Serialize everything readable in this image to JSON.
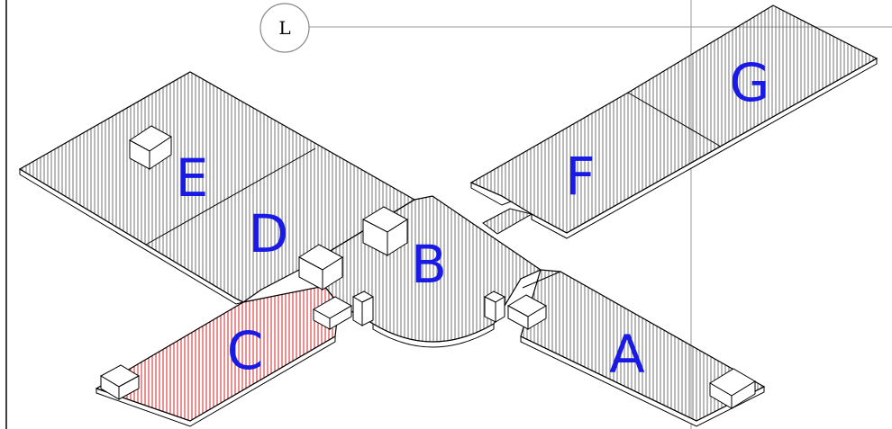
{
  "grid": {
    "label": "L"
  },
  "zones": {
    "A": {
      "label": "A"
    },
    "B": {
      "label": "B"
    },
    "C": {
      "label": "C"
    },
    "D": {
      "label": "D"
    },
    "E": {
      "label": "E"
    },
    "F": {
      "label": "F"
    },
    "G": {
      "label": "G"
    }
  },
  "colors": {
    "floor_hatch": "#555555",
    "highlight_hatch": "#d62020",
    "label": "#1a1ae6",
    "outline": "#000000",
    "grid_line": "#9a9a9a"
  },
  "highlighted_zone": "C"
}
